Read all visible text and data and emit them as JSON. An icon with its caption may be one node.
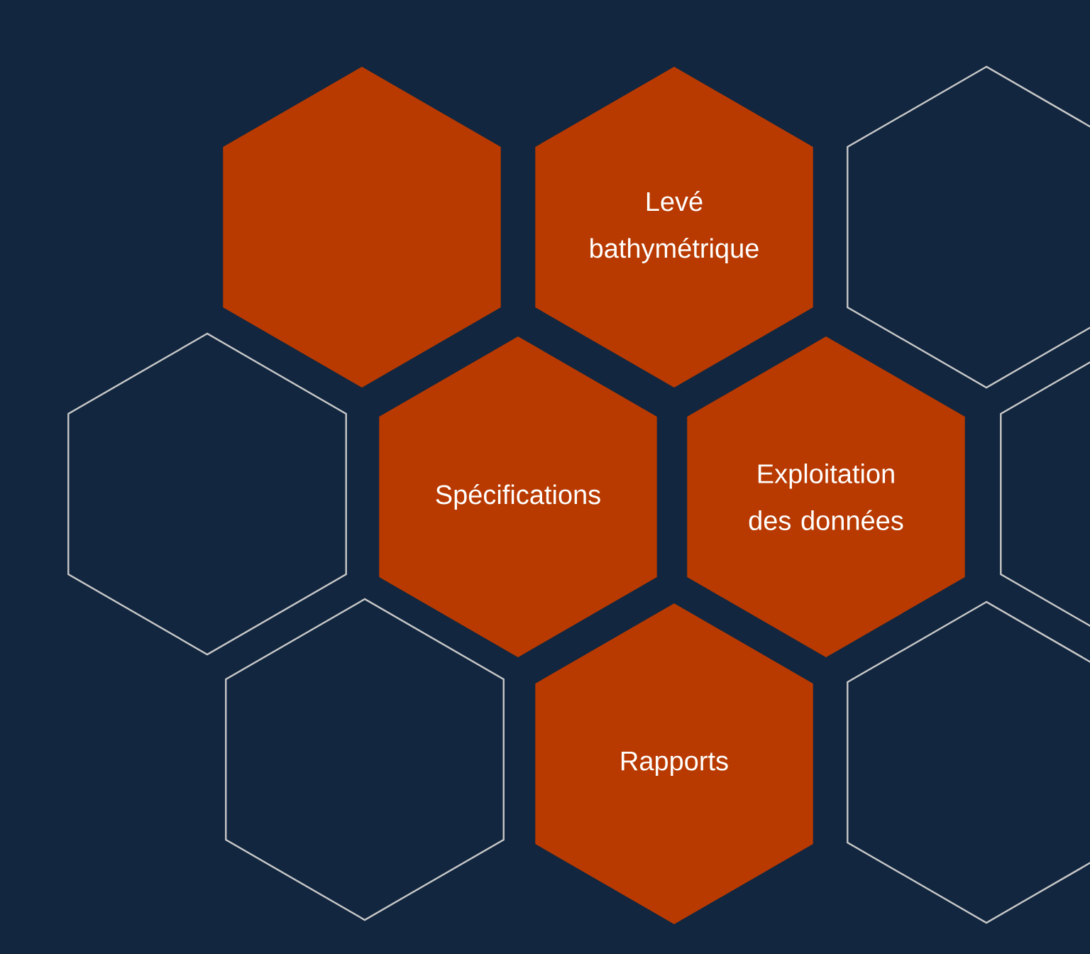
{
  "diagram": {
    "nodes": [
      {
        "text": [],
        "shape": "hexagon"
      },
      {
        "text": [
          "Levé bathymétrique"
        ]
      },
      {
        "text": [],
        "shape": "hexagon"
      },
      {
        "text": [],
        "shape": "hexagon"
      },
      {
        "text": [
          "Spécifications"
        ]
      },
      {
        "text": [
          "Exploitation des données"
        ]
      },
      {
        "text": [],
        "shape": "hexagon"
      },
      {
        "text": [],
        "shape": "hexagon"
      },
      {
        "text": [
          "Rapports"
        ]
      },
      {
        "text": [],
        "shape": "hexagon"
      }
    ]
  }
}
